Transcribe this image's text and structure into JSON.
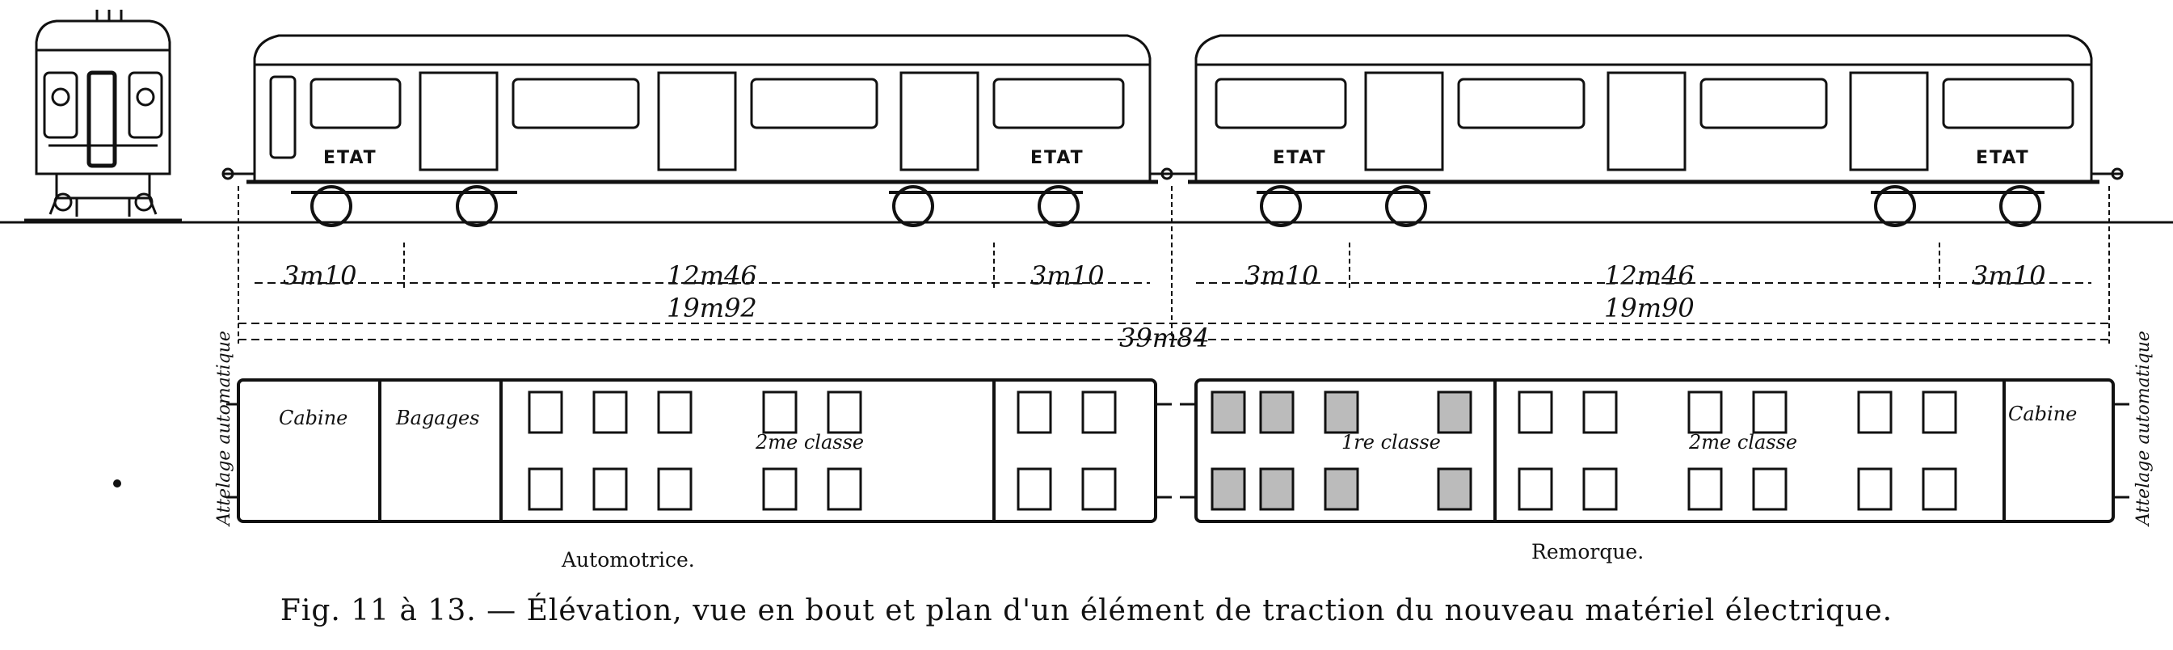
{
  "etat_labels": [
    "ETAT",
    "ETAT",
    "ETAT",
    "ETAT"
  ],
  "dimensions": {
    "car1_end_left": "3m10",
    "car1_middle": "12m46",
    "car1_end_right": "3m10",
    "car1_total": "19m92",
    "car2_end_left": "3m10",
    "car2_middle": "12m46",
    "car2_end_right": "3m10",
    "car2_total": "19m90",
    "overall": "39m84"
  },
  "plan_labels": {
    "attelage_left": "Attelage automatique",
    "attelage_right": "Attelage automatique",
    "cabine_left": "Cabine",
    "bagages": "Bagages",
    "classe2_left": "2me classe",
    "classe1": "1re classe",
    "classe2_right": "2me classe",
    "cabine_right": "Cabine"
  },
  "names": {
    "automotrice": "Automotrice.",
    "remorque": "Remorque."
  },
  "caption": "Fig. 11 à 13. — Élévation, vue en bout et plan d'un élément de traction du nouveau matériel électrique."
}
